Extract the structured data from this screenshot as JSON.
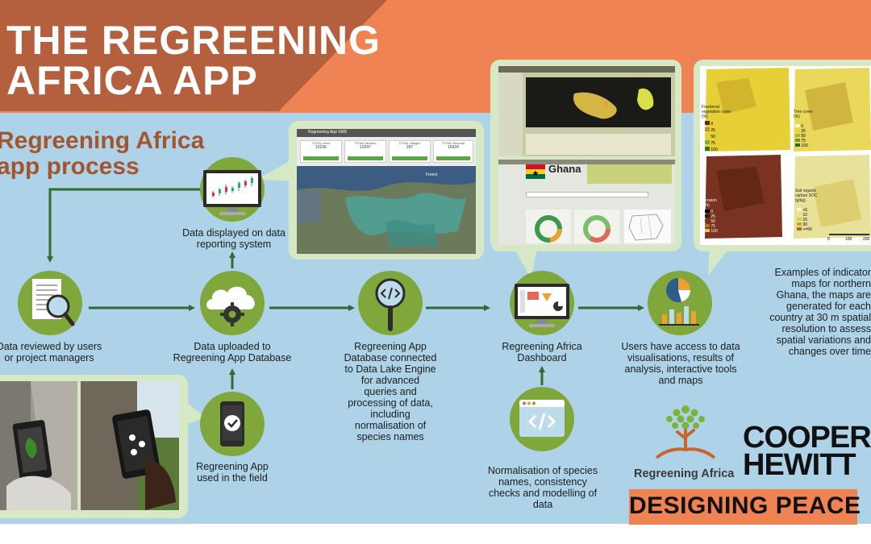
{
  "header": {
    "title_line1": "THE REGREENING",
    "title_line2": "AFRICA APP"
  },
  "subtitle": {
    "line1": "Regreening Africa",
    "line2": "app process"
  },
  "steps": {
    "field_app": "Regreening App used in the field",
    "uploaded": "Data uploaded to Regreening App Database",
    "displayed": "Data displayed on data reporting system",
    "reviewed": "Data reviewed by users or project managers",
    "database": "Regreening App Database connected to Data Lake Engine for advanced queries and processing of data, including normalisation of species names",
    "normalisation": "Normalisation of species names, consistency checks and modelling of data",
    "dashboard": "Regreening Africa Dashboard",
    "access": "Users have access to data visualisations, results of analysis, interactive tools and maps",
    "examples": "Examples of indicator maps for northern Ghana, the maps are generated for each country at 30 m spatial resolution to assess spatial variations and changes over time"
  },
  "reporting_screen": {
    "header": "Regreening App SMS",
    "stat1_label": "TOTAL trees",
    "stat1_value": "15236",
    "stat2_label": "TOTAL farmers",
    "stat2_value": "10247",
    "stat3_label": "TOTAL villages",
    "stat3_value": "297",
    "stat4_label": "TOTAL Records",
    "stat4_value": "16924",
    "map_label": "Forest"
  },
  "dashboard_screen": {
    "country": "Ghana"
  },
  "indicator_maps": {
    "fvc_title": "Fractional vegetation cover (%)",
    "fvc_legend": [
      "0",
      "25",
      "50",
      "75",
      "100"
    ],
    "tree_title": "Tree cover (%)",
    "tree_legend": [
      "0",
      "25",
      "50",
      "75",
      "100"
    ],
    "erosion_title": "Erosion (%)",
    "erosion_legend": [
      "0",
      "25",
      "50",
      "75",
      "100"
    ],
    "soc_title": "Soil organic carbon SOC (g/kg)",
    "soc_legend": [
      "<5",
      "10",
      "15",
      "30",
      ">=50"
    ],
    "scale": [
      "0",
      "100",
      "200"
    ]
  },
  "logos": {
    "regreening": "Regreening Africa",
    "cooper1": "COOPER",
    "cooper2": "HEWITT",
    "peace": "DESIGNING PEACE"
  },
  "colors": {
    "top_band": "#f08354",
    "banner": "#b4603f",
    "background": "#aed3e8",
    "circle": "#7fa73c",
    "panel": "#d7e8c4",
    "arrow": "#2e6b35",
    "peace_bg": "#f08354"
  }
}
